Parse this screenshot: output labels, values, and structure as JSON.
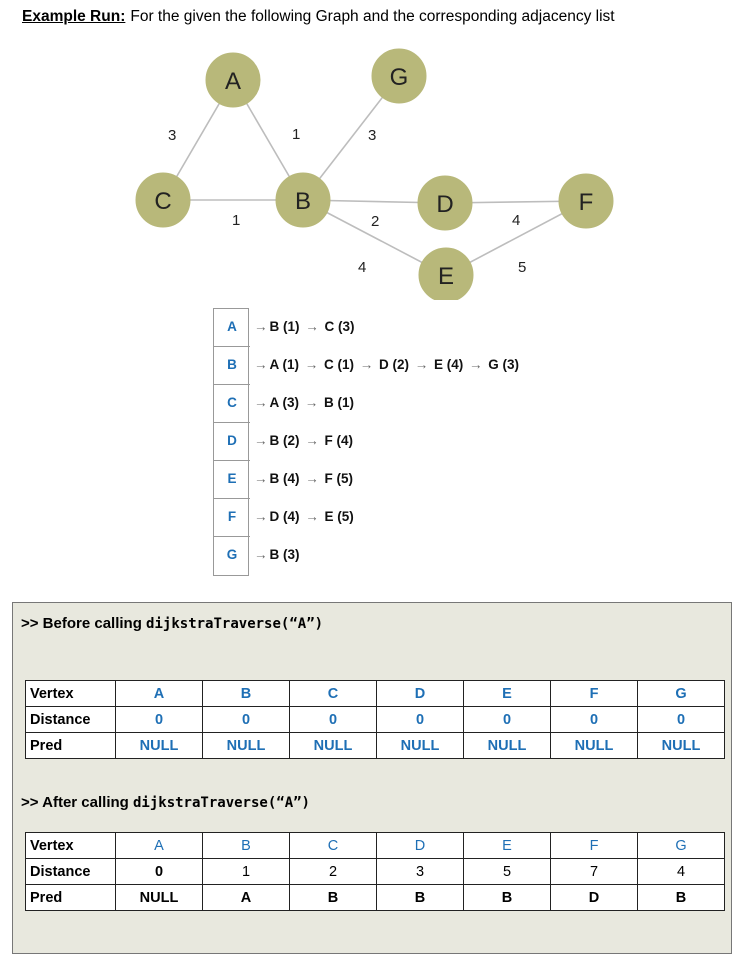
{
  "header": {
    "bold": "Example Run:",
    "rest": "For the given the following Graph and the corresponding adjacency list"
  },
  "graph": {
    "nodes": [
      {
        "id": "A",
        "label": "A"
      },
      {
        "id": "G",
        "label": "G"
      },
      {
        "id": "C",
        "label": "C"
      },
      {
        "id": "B",
        "label": "B"
      },
      {
        "id": "D",
        "label": "D"
      },
      {
        "id": "F",
        "label": "F"
      },
      {
        "id": "E",
        "label": "E"
      }
    ],
    "edges": [
      {
        "from": "A",
        "to": "C",
        "weight": "3"
      },
      {
        "from": "A",
        "to": "B",
        "weight": "1"
      },
      {
        "from": "G",
        "to": "B",
        "weight": "3"
      },
      {
        "from": "C",
        "to": "B",
        "weight": "1"
      },
      {
        "from": "B",
        "to": "D",
        "weight": "2"
      },
      {
        "from": "B",
        "to": "E",
        "weight": "4"
      },
      {
        "from": "D",
        "to": "F",
        "weight": "4"
      },
      {
        "from": "E",
        "to": "F",
        "weight": "5"
      }
    ]
  },
  "adjacency": [
    {
      "key": "A",
      "list": "B (1) → C (3)"
    },
    {
      "key": "B",
      "list": "A (1) → C (1) → D (2) → E (4) → G (3)"
    },
    {
      "key": "C",
      "list": "A (3) → B (1)"
    },
    {
      "key": "D",
      "list": "B (2) → F (4)"
    },
    {
      "key": "E",
      "list": "B (4) → F (5)"
    },
    {
      "key": "F",
      "list": "D (4) → E (5)"
    },
    {
      "key": "G",
      "list": "B (3)"
    }
  ],
  "before": {
    "prefix": ">> Before calling ",
    "call": "dijkstraTraverse(“A”)",
    "rows": [
      {
        "label": "Vertex",
        "cells": [
          "A",
          "B",
          "C",
          "D",
          "E",
          "F",
          "G"
        ]
      },
      {
        "label": "Distance",
        "cells": [
          "0",
          "0",
          "0",
          "0",
          "0",
          "0",
          "0"
        ]
      },
      {
        "label": "Pred",
        "cells": [
          "NULL",
          "NULL",
          "NULL",
          "NULL",
          "NULL",
          "NULL",
          "NULL"
        ]
      }
    ]
  },
  "after": {
    "prefix": ">> After calling ",
    "call": "dijkstraTraverse(“A”)",
    "rows": [
      {
        "label": "Vertex",
        "cells": [
          "A",
          "B",
          "C",
          "D",
          "E",
          "F",
          "G"
        ]
      },
      {
        "label": "Distance",
        "cells": [
          "0",
          "1",
          "2",
          "3",
          "5",
          "7",
          "4"
        ]
      },
      {
        "label": "Pred",
        "cells": [
          "NULL",
          "A",
          "B",
          "B",
          "B",
          "D",
          "B"
        ]
      }
    ]
  }
}
